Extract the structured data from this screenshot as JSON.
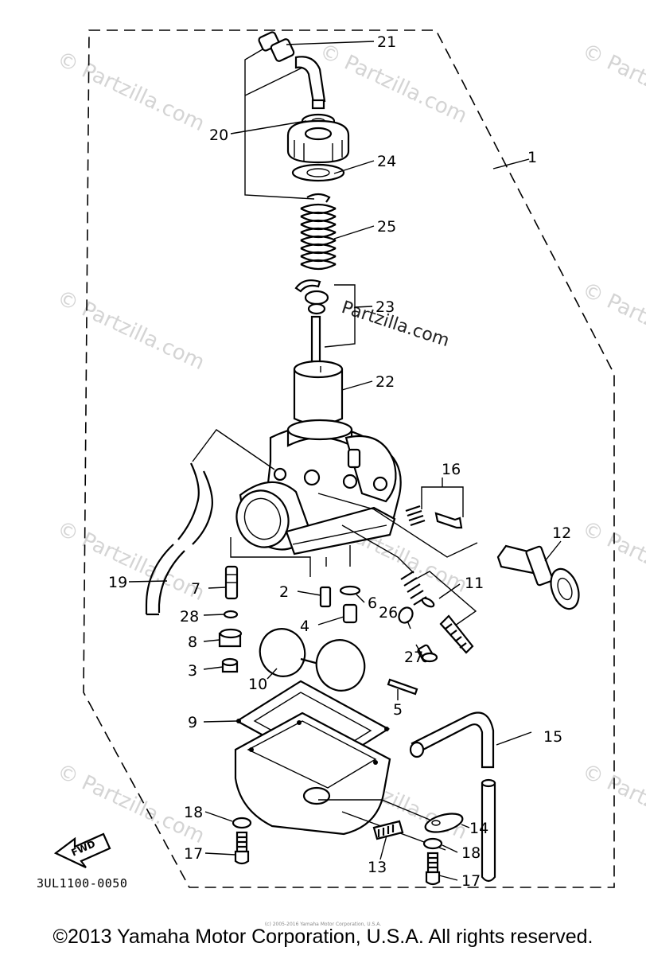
{
  "diagram": {
    "callouts": {
      "p1": "1",
      "p2": "2",
      "p3": "3",
      "p4": "4",
      "p5": "5",
      "p6": "6",
      "p7": "7",
      "p8": "8",
      "p9": "9",
      "p10": "10",
      "p11": "11",
      "p12": "12",
      "p13": "13",
      "p14": "14",
      "p15": "15",
      "p16": "16",
      "p17a": "17",
      "p17b": "17",
      "p18a": "18",
      "p18b": "18",
      "p19": "19",
      "p20": "20",
      "p21": "21",
      "p22": "22",
      "p23": "23",
      "p24": "24",
      "p25": "25",
      "p26": "26",
      "p27": "27",
      "p28": "28"
    },
    "fwd_label": "FWD",
    "diagram_code": "3UL1100-0050",
    "watermark": "Partzilla.com",
    "watermark_small": "© Partzilla.com"
  },
  "footer": {
    "copyright": "©2013 Yamaha Motor Corporation, U.S.A. All rights reserved.",
    "fine_print": "(c) 2005-2016 Yamaha Motor Corporation, U.S.A."
  }
}
